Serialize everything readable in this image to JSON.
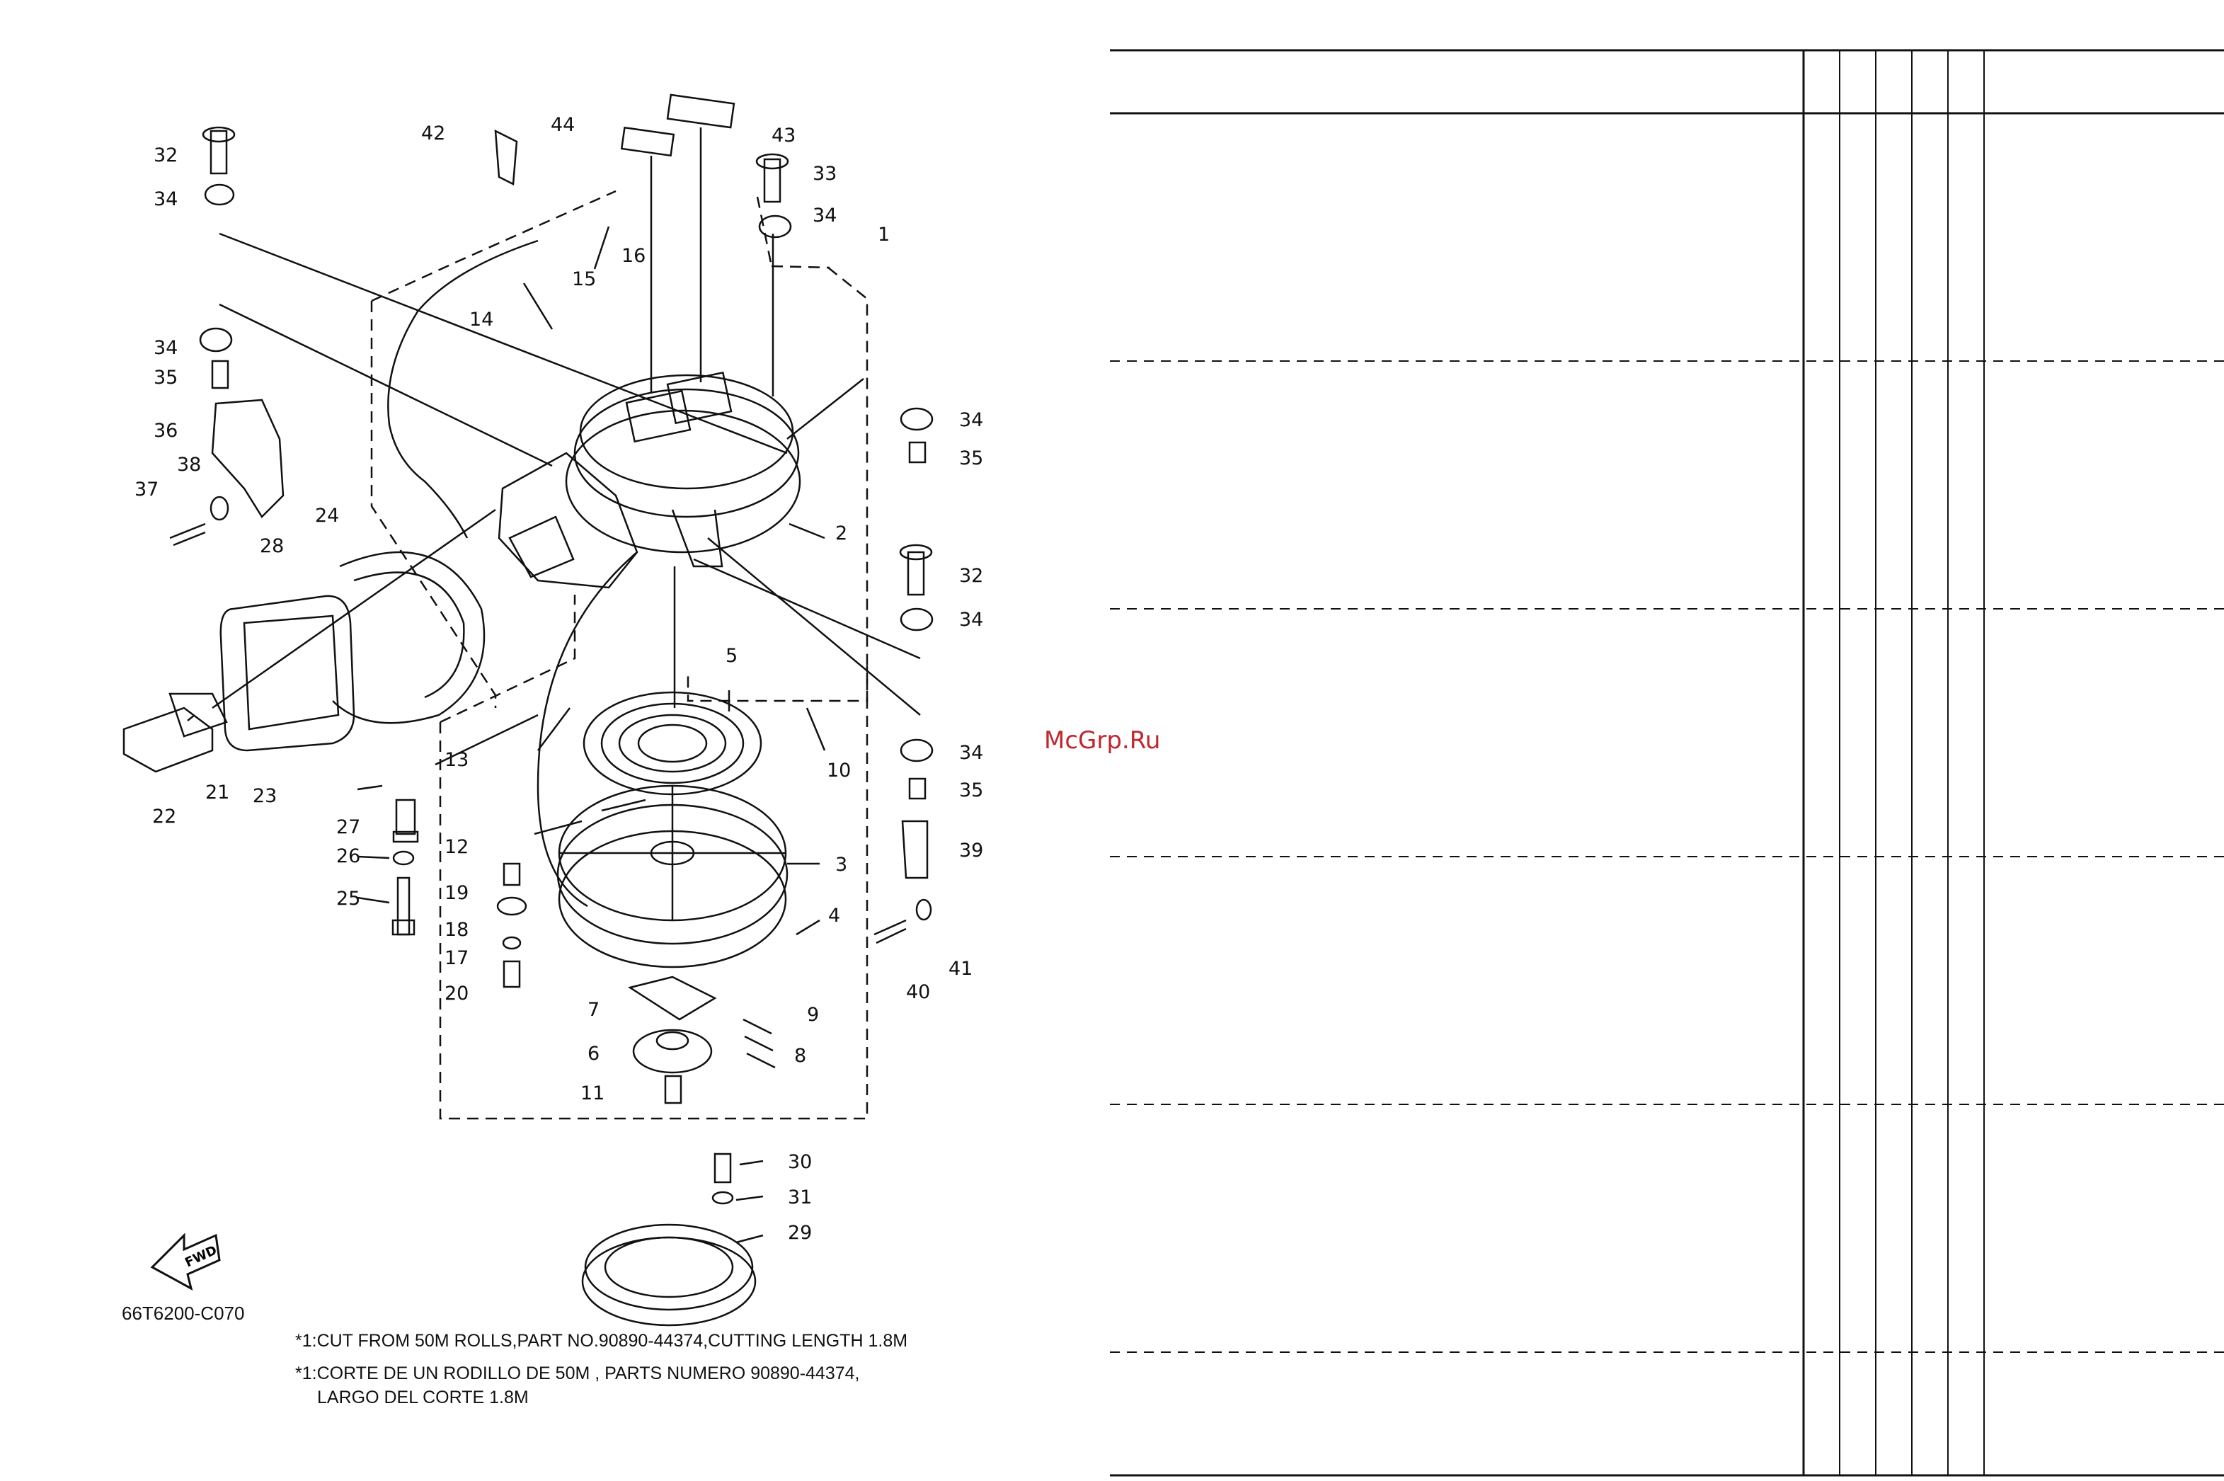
{
  "diagram": {
    "code": "66T6200-C070",
    "fwd_label": "FWD",
    "notes": [
      "*1:CUT FROM 50M ROLLS,PART NO.90890-44374,CUTTING LENGTH 1.8M",
      "*1:CORTE DE UN RODILLO DE 50M , PARTS NUMERO 90890-44374,",
      "LARGO DEL CORTE 1.8M"
    ],
    "callouts": [
      "1",
      "2",
      "3",
      "4",
      "5",
      "6",
      "7",
      "8",
      "9",
      "10",
      "11",
      "12",
      "13",
      "14",
      "15",
      "16",
      "17",
      "18",
      "19",
      "20",
      "21",
      "22",
      "23",
      "24",
      "25",
      "26",
      "27",
      "28",
      "29",
      "30",
      "31",
      "32",
      "32",
      "33",
      "34",
      "34",
      "34",
      "34",
      "34",
      "34",
      "35",
      "35",
      "35",
      "36",
      "37",
      "38",
      "39",
      "40",
      "41",
      "42",
      "43",
      "44"
    ]
  },
  "watermark": "McGrp.Ru"
}
